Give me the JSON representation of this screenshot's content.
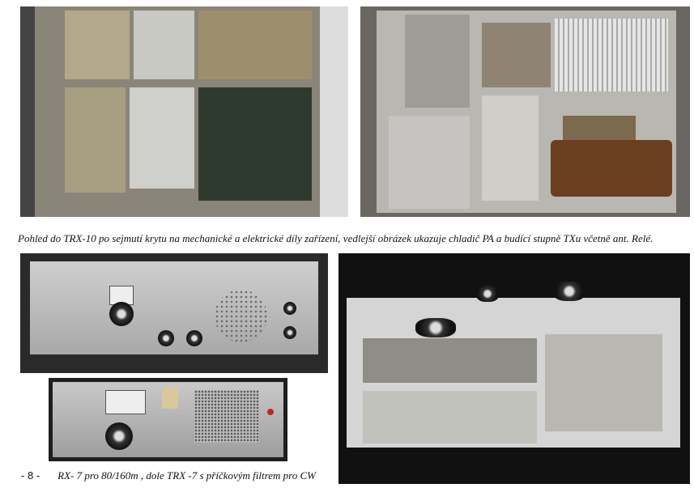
{
  "captions": {
    "top": "Pohled do TRX-10 po sejmutí krytu na mechanické a elektrické díly zařízení, vedlejší obrázek ukazuje chladič PA a budící stupně TXu  včetně ant. Relé.",
    "page_number": "- 8 -",
    "bottom": "RX- 7 pro 80/160m , dole  TRX -7 s příčkovým filtrem pro CW"
  }
}
